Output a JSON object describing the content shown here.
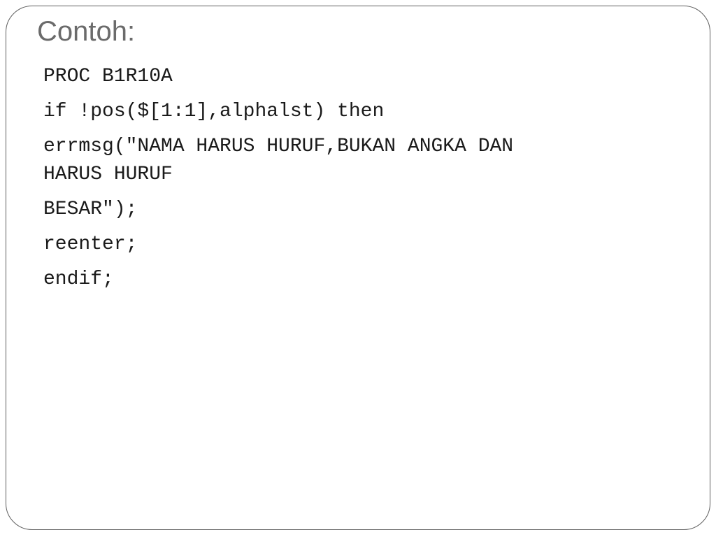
{
  "slide": {
    "title": "Contoh:",
    "lines": [
      "PROC B1R10A",
      "if !pos($[1:1],alphalst) then",
      "errmsg(\"NAMA HARUS HURUF,BUKAN ANGKA DAN\nHARUS HURUF",
      "BESAR\");",
      "reenter;",
      "endif;"
    ]
  }
}
